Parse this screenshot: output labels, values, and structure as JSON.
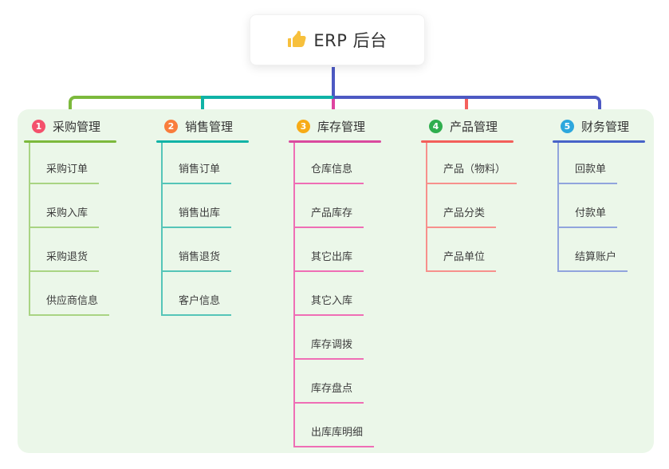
{
  "root": {
    "title": "ERP 后台",
    "icon": "thumbs-up",
    "icon_color": "#f7c03c"
  },
  "panel": {
    "background": "#ebf7e9"
  },
  "connector": {
    "root_line_color": "#4d59c3",
    "left_segment_color": "#7cb93c",
    "mid_segment_color": "#10b3a6",
    "right_segment_color": "#4d59c3",
    "center_drop_color": "#de43a0",
    "fourth_drop_color": "#f4605c"
  },
  "branches": [
    {
      "index": "1",
      "label": "采购管理",
      "badge_color": "#f4516c",
      "line_color": "#7cb93c",
      "child_line_color": "#a9d483",
      "children": [
        "采购订单",
        "采购入库",
        "采购退货",
        "供应商信息"
      ]
    },
    {
      "index": "2",
      "label": "销售管理",
      "badge_color": "#f97d3c",
      "line_color": "#10b3a6",
      "child_line_color": "#55c5b8",
      "children": [
        "销售订单",
        "销售出库",
        "销售退货",
        "客户信息"
      ]
    },
    {
      "index": "3",
      "label": "库存管理",
      "badge_color": "#f7ab17",
      "line_color": "#d94a9e",
      "child_line_color": "#ef6eb5",
      "children": [
        "仓库信息",
        "产品库存",
        "其它出库",
        "其它入库",
        "库存调拨",
        "库存盘点",
        "出库库明细"
      ]
    },
    {
      "index": "4",
      "label": "产品管理",
      "badge_color": "#2fae4e",
      "line_color": "#f25f5a",
      "child_line_color": "#f7908c",
      "children": [
        "产品（物料）",
        "产品分类",
        "产品单位"
      ]
    },
    {
      "index": "5",
      "label": "财务管理",
      "badge_color": "#2da7dd",
      "line_color": "#4763c8",
      "child_line_color": "#91a4dd",
      "children": [
        "回款单",
        "付款单",
        "结算账户"
      ]
    }
  ]
}
